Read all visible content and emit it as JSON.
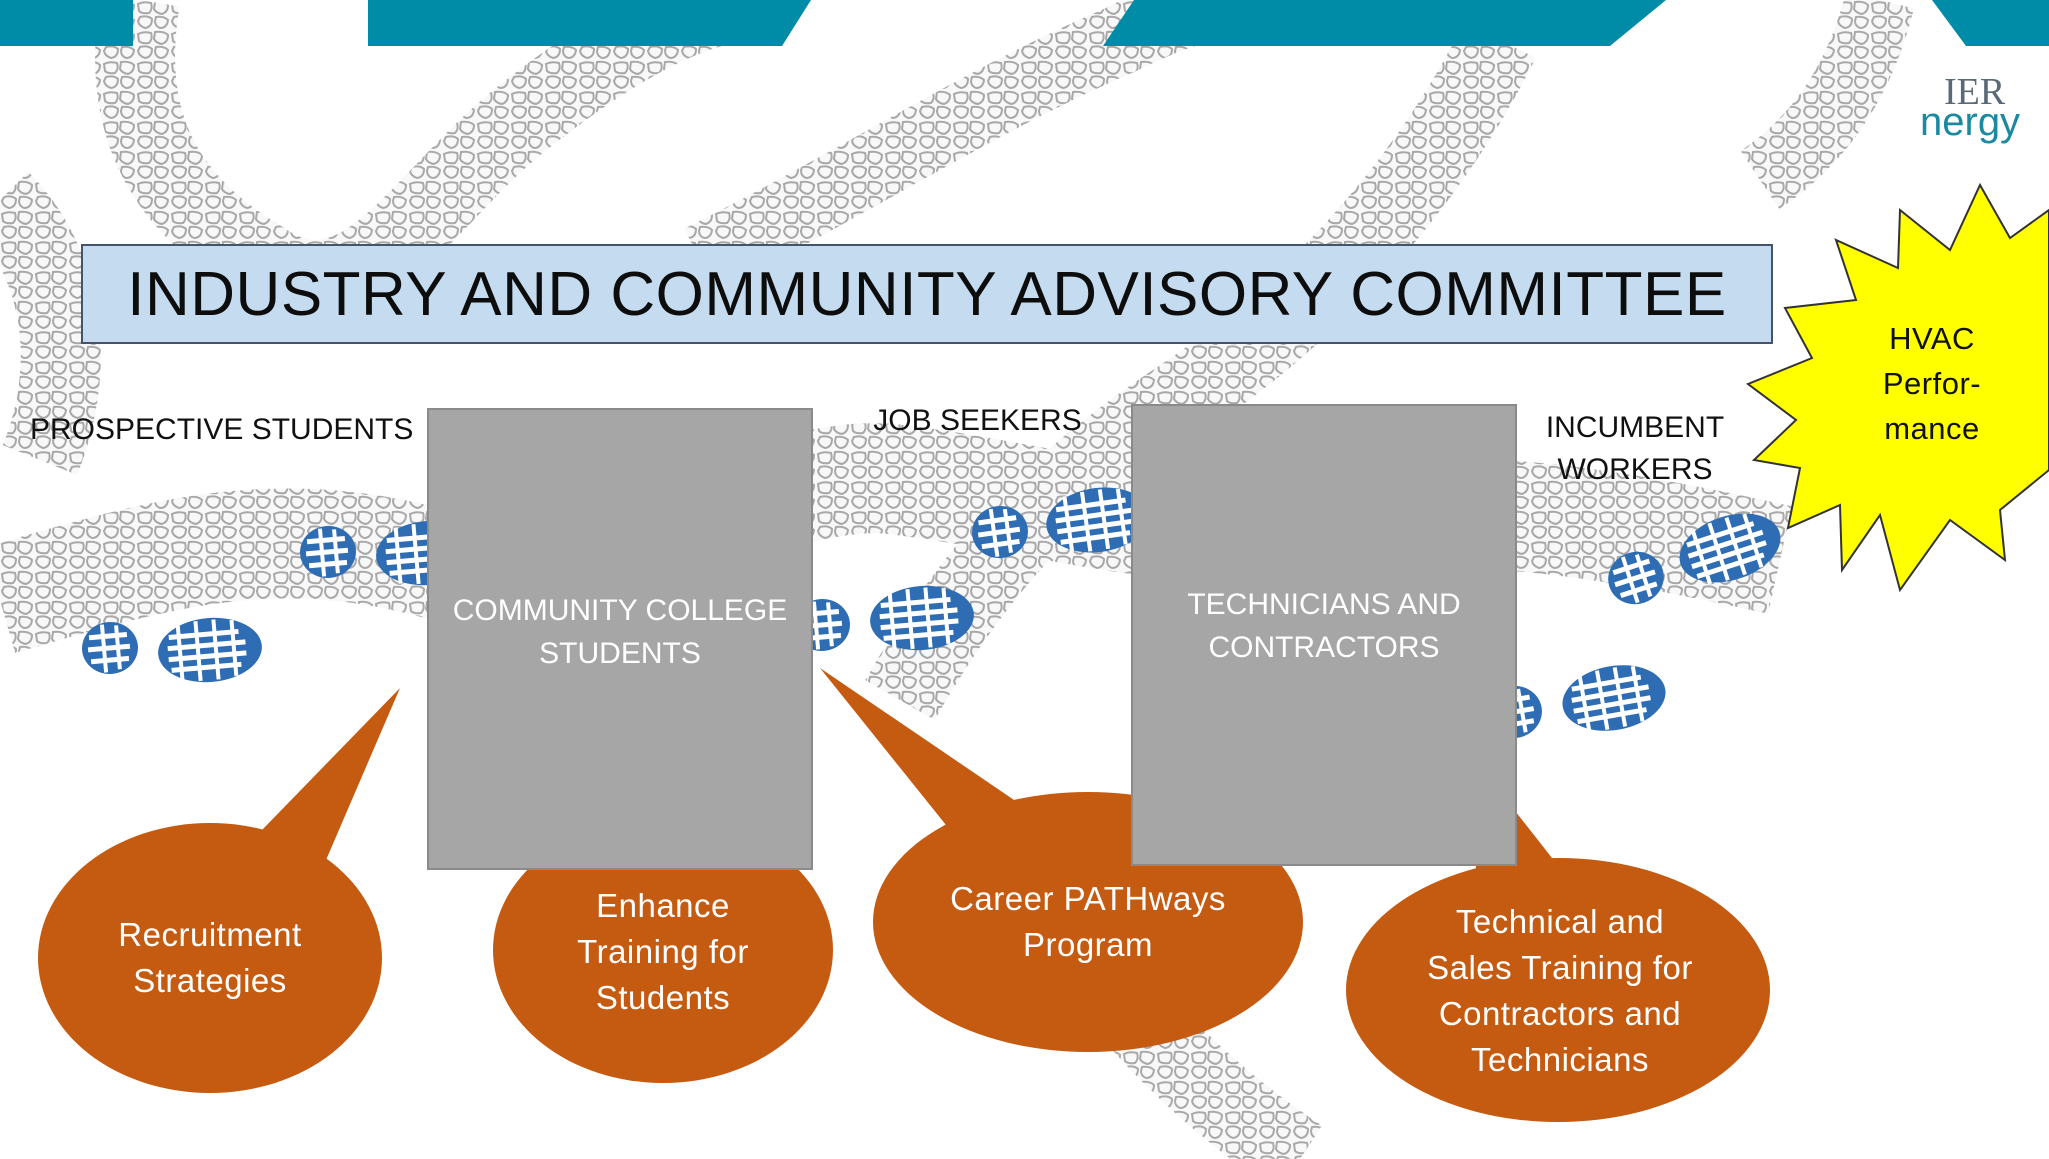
{
  "title": "INDUSTRY AND COMMUNITY ADVISORY COMMITTEE",
  "stages": {
    "prospective": "PROSPECTIVE STUDENTS",
    "job_seekers": "JOB SEEKERS",
    "incumbent": "INCUMBENT\nWORKERS"
  },
  "boxes": {
    "community_college": "COMMUNITY COLLEGE\nSTUDENTS",
    "technicians": "TECHNICIANS AND\nCONTRACTORS"
  },
  "bubbles": {
    "recruitment": "Recruitment\nStrategies",
    "enhance": "Enhance\nTraining for\nStudents",
    "career": "Career PATHways\nProgram",
    "technical": "Technical and\nSales Training for\nContractors and\nTechnicians"
  },
  "burst": "HVAC\nPerfor-\nmance",
  "logo": {
    "line1": "IER",
    "line2": "nergy"
  },
  "colors": {
    "banner": "#008ca6",
    "title_fill": "#c5dcf0",
    "box_fill": "#a6a6a6",
    "bubble_fill": "#c55a11",
    "burst_fill": "#ffff00",
    "footprint": "#2e6db4"
  }
}
